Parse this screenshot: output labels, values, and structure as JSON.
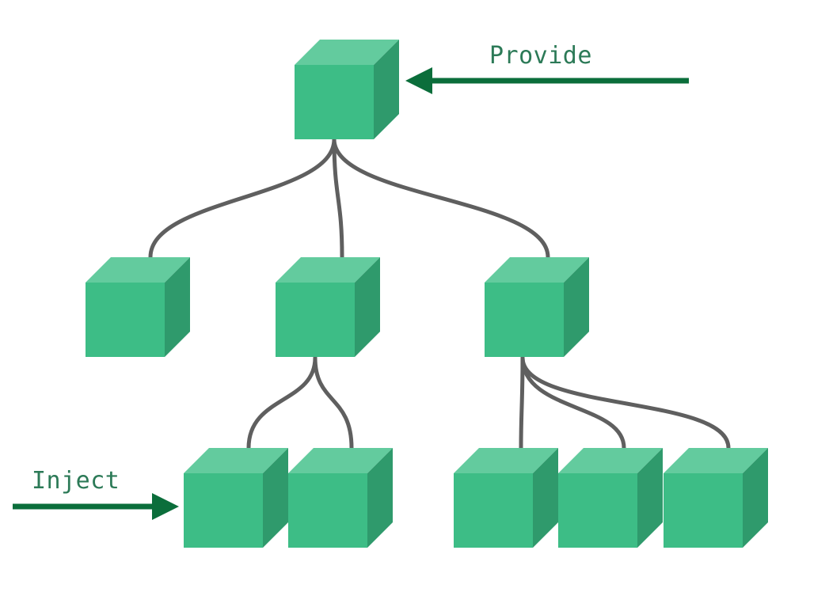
{
  "labels": {
    "provide": "Provide",
    "inject": "Inject"
  },
  "colors": {
    "cube_front": "#3dbd86",
    "cube_top": "#63cb9e",
    "cube_side": "#2f9a6c",
    "connector": "#5f5f5f",
    "arrow": "#0b6e3b",
    "label_text": "#2c7a57"
  },
  "tree": {
    "root": "component",
    "children": [
      {
        "name": "component",
        "children": []
      },
      {
        "name": "component",
        "children": [
          "component",
          "component"
        ]
      },
      {
        "name": "component",
        "children": [
          "component",
          "component",
          "component"
        ]
      }
    ]
  }
}
